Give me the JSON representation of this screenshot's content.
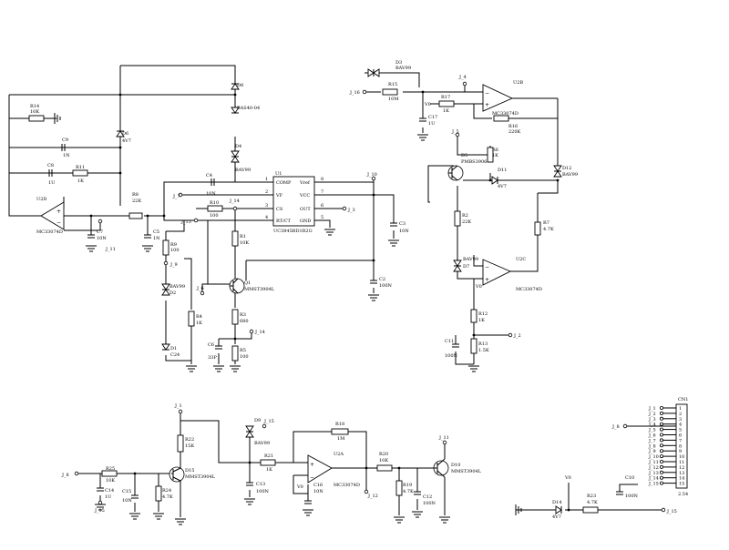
{
  "resistors": [
    {
      "ref": "R14",
      "val": "10K"
    },
    {
      "ref": "R11",
      "val": "1K"
    },
    {
      "ref": "R8",
      "val": "22K"
    },
    {
      "ref": "R10",
      "val": "100"
    },
    {
      "ref": "R9",
      "val": "100"
    },
    {
      "ref": "R1",
      "val": "10K"
    },
    {
      "ref": "R4",
      "val": "1K"
    },
    {
      "ref": "R3",
      "val": "680"
    },
    {
      "ref": "R5",
      "val": "100"
    },
    {
      "ref": "R15",
      "val": "10M"
    },
    {
      "ref": "R17",
      "val": "1K"
    },
    {
      "ref": "R16",
      "val": "220K"
    },
    {
      "ref": "R6",
      "val": "1K"
    },
    {
      "ref": "R2",
      "val": "22K"
    },
    {
      "ref": "R7",
      "val": "4.7K"
    },
    {
      "ref": "R12",
      "val": "1K"
    },
    {
      "ref": "R13",
      "val": "1.5K"
    },
    {
      "ref": "R22",
      "val": "15K"
    },
    {
      "ref": "R25",
      "val": "10K"
    },
    {
      "ref": "R24",
      "val": "4.7K"
    },
    {
      "ref": "R21",
      "val": "1K"
    },
    {
      "ref": "R18",
      "val": "1M"
    },
    {
      "ref": "R20",
      "val": "10K"
    },
    {
      "ref": "R19",
      "val": "4.7K"
    },
    {
      "ref": "R23",
      "val": "4.7K"
    }
  ],
  "capacitors": [
    {
      "ref": "C9",
      "val": "1N"
    },
    {
      "ref": "C8",
      "val": "1U"
    },
    {
      "ref": "C4",
      "val": "10N"
    },
    {
      "ref": "C7",
      "val": "10N"
    },
    {
      "ref": "C5",
      "val": "1N"
    },
    {
      "ref": "C3",
      "val": "10N"
    },
    {
      "ref": "C2",
      "val": "100N"
    },
    {
      "ref": "C6",
      "val": "33P"
    },
    {
      "ref": "C17",
      "val": "1U"
    },
    {
      "ref": "C11",
      "val": "100N"
    },
    {
      "ref": "C14",
      "val": "1U"
    },
    {
      "ref": "C15",
      "val": "10N"
    },
    {
      "ref": "C13",
      "val": "100N"
    },
    {
      "ref": "C16",
      "val": "10N"
    },
    {
      "ref": "C12",
      "val": "100N"
    },
    {
      "ref": "C10",
      "val": "100N"
    }
  ],
  "diodes": [
    {
      "ref": "D8",
      "val": "BAS40-04"
    },
    {
      "ref": "D6",
      "val": "4V7"
    },
    {
      "ref": "D4",
      "val": "BAV99"
    },
    {
      "ref": "D3",
      "val": "BAV99"
    },
    {
      "ref": "D1",
      "val": "C24"
    },
    {
      "ref": "D11",
      "val": "4V7"
    },
    {
      "ref": "D12",
      "val": "BAV99"
    },
    {
      "ref": "D7",
      "val": "BAV99"
    },
    {
      "ref": "D9",
      "val": "BAV99"
    },
    {
      "ref": "D14",
      "val": "4V7"
    },
    {
      "ref": "D2",
      "val": "BAV99"
    }
  ],
  "transistors": [
    {
      "ref": "Q1",
      "val": "MMST3904L"
    },
    {
      "ref": "D5",
      "val": "PMBS3906"
    },
    {
      "ref": "D15",
      "val": "MMST3904L"
    },
    {
      "ref": "D10",
      "val": "MMST3904L"
    }
  ],
  "opamps": [
    {
      "ref": "U2D",
      "val": "MC33074D"
    },
    {
      "ref": "U2B",
      "val": "MC33074D"
    },
    {
      "ref": "U2C",
      "val": "MC33074D"
    },
    {
      "ref": "U2A",
      "val": "MC33074D"
    }
  ],
  "ic": {
    "ref": "U1",
    "val": "UC3845BD1R2G",
    "pins_left": [
      {
        "num": "1",
        "name": "COMP"
      },
      {
        "num": "2",
        "name": "VF"
      },
      {
        "num": "3",
        "name": "CS"
      },
      {
        "num": "4",
        "name": "RT/CT"
      }
    ],
    "pins_right": [
      {
        "num": "8",
        "name": "Vref"
      },
      {
        "num": "7",
        "name": "VCC"
      },
      {
        "num": "6",
        "name": "OUT"
      },
      {
        "num": "5",
        "name": "GND"
      }
    ]
  },
  "nets": {
    "j11": "J_11",
    "j16": "J_16",
    "j4": "J_4",
    "j5": "J_5",
    "j7": "J_7",
    "j14": "J_14",
    "j10": "J_10",
    "j3": "J_3",
    "j13": "J_13",
    "j9": "J_9",
    "j6": "J_6",
    "j14b": "J_14",
    "j2": "J_2",
    "j1": "J_1",
    "j15a": "J_15",
    "j8": "J_8",
    "j15b": "J_15",
    "j12": "J_12",
    "j11b": "J_11",
    "j8b": "J_8",
    "j15c": "J_15",
    "v0a": "V0",
    "v0b": "V0",
    "v0c": "V0",
    "v0d": "V0"
  },
  "connector": {
    "ref": "CN1",
    "val": "2.54",
    "pins": [
      "1",
      "2",
      "3",
      "4",
      "5",
      "6",
      "7",
      "8",
      "9",
      "10",
      "11",
      "12",
      "13",
      "14",
      "15"
    ],
    "labels": [
      "J_1",
      "J_2",
      "J_3",
      "J_4",
      "J_5",
      "J_6",
      "J_7",
      "J_8",
      "J_9",
      "J_10",
      "J_11",
      "J_12",
      "J_13",
      "J_14",
      "J_15"
    ]
  }
}
